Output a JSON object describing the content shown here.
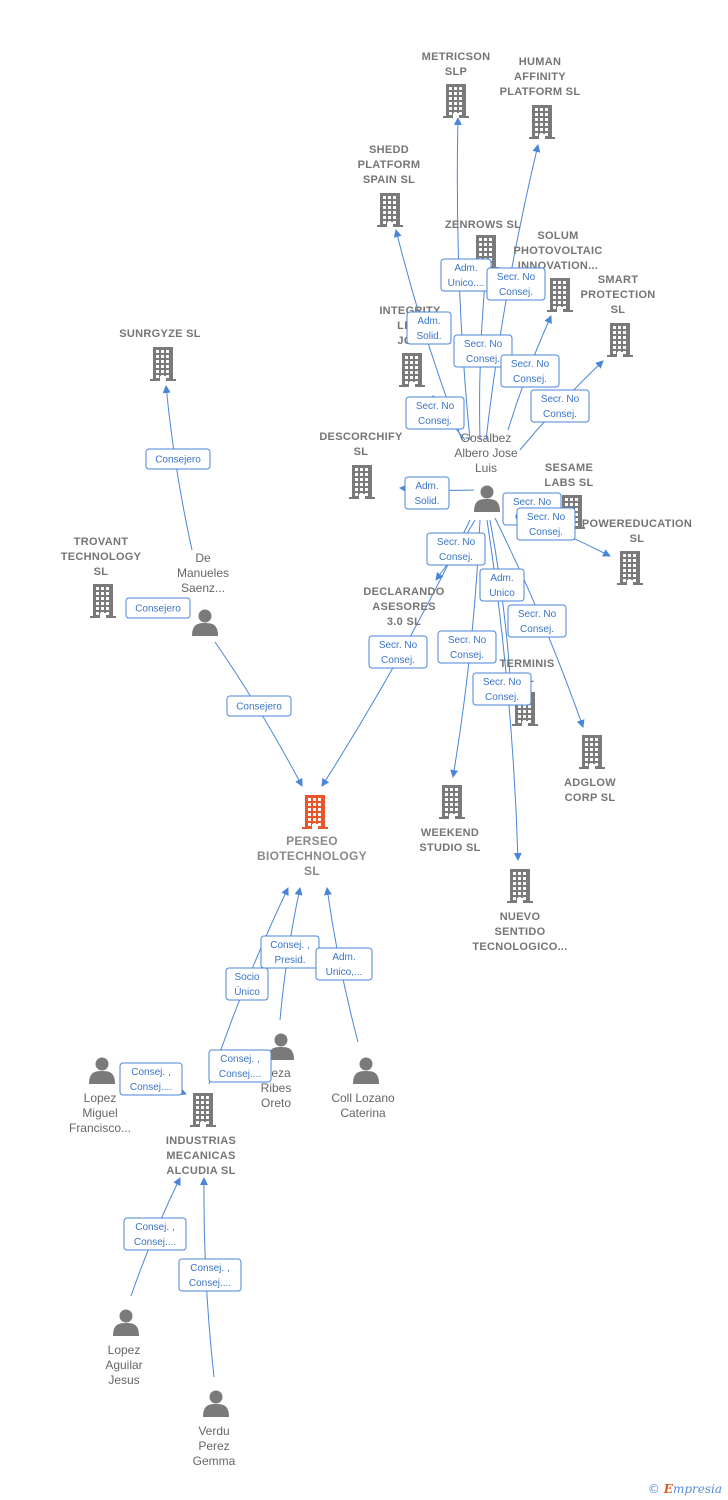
{
  "colors": {
    "edge": "#4a86d8",
    "building": "#7a7a7a",
    "center_building": "#e8562a",
    "person": "#7a7a7a"
  },
  "footer": {
    "copyright": "©",
    "brand_initial": "E",
    "brand_rest": "mpresia"
  },
  "nodes": [
    {
      "id": "perseo",
      "kind": "company",
      "center": true,
      "lines": [
        "PERSEO",
        "BIOTECHNOLOGY",
        "SL"
      ]
    },
    {
      "id": "metricson",
      "kind": "company",
      "lines": [
        "METRICSON",
        "SLP"
      ]
    },
    {
      "id": "human",
      "kind": "company",
      "lines": [
        "HUMAN",
        "AFFINITY",
        "PLATFORM  SL"
      ]
    },
    {
      "id": "shedd",
      "kind": "company",
      "lines": [
        "SHEDD",
        "PLATFORM",
        "SPAIN  SL"
      ]
    },
    {
      "id": "zenrows",
      "kind": "company",
      "lines": [
        "ZENROWS  SL"
      ]
    },
    {
      "id": "solum",
      "kind": "company",
      "lines": [
        "SOLUM",
        "PHOTOVOLTAIC",
        "INNOVATION..."
      ]
    },
    {
      "id": "smart",
      "kind": "company",
      "lines": [
        "SMART",
        "PROTECTION",
        "SL"
      ]
    },
    {
      "id": "integrity",
      "kind": "company",
      "lines": [
        "INTEGRITY",
        "LIVE",
        "JO..."
      ]
    },
    {
      "id": "sunrgyze",
      "kind": "company",
      "lines": [
        "SUNRGYZE  SL"
      ]
    },
    {
      "id": "descorchify",
      "kind": "company",
      "lines": [
        "DESCORCHIFY",
        "SL"
      ]
    },
    {
      "id": "sesame",
      "kind": "company",
      "lines": [
        "SESAME",
        "LABS  SL"
      ]
    },
    {
      "id": "poweredu",
      "kind": "company",
      "lines": [
        "POWEREDUCATION",
        "SL"
      ]
    },
    {
      "id": "trovant",
      "kind": "company",
      "lines": [
        "TROVANT",
        "TECHNOLOGY",
        "SL"
      ]
    },
    {
      "id": "declarando",
      "kind": "company",
      "lines": [
        "DECLARANDO",
        "ASESORES",
        "3.0  SL"
      ]
    },
    {
      "id": "terminis",
      "kind": "company",
      "lines": [
        "TERMINIS",
        "SL"
      ]
    },
    {
      "id": "adglow",
      "kind": "company",
      "lines": [
        "ADGLOW",
        "CORP  SL"
      ]
    },
    {
      "id": "weekend",
      "kind": "company",
      "lines": [
        "WEEKEND",
        "STUDIO  SL"
      ]
    },
    {
      "id": "nuevo",
      "kind": "company",
      "lines": [
        "NUEVO",
        "SENTIDO",
        "TECNOLOGICO..."
      ]
    },
    {
      "id": "industrias",
      "kind": "company",
      "lines": [
        "INDUSTRIAS",
        "MECANICAS",
        "ALCUDIA  SL"
      ]
    },
    {
      "id": "gosalbez",
      "kind": "person",
      "lines": [
        "Gosalbez",
        "Albero Jose",
        "Luis"
      ]
    },
    {
      "id": "manueles",
      "kind": "person",
      "lines": [
        "De",
        "Manueles",
        "Saenz..."
      ]
    },
    {
      "id": "meza",
      "kind": "person",
      "lines": [
        "...eza",
        "Ribes",
        "Oreto"
      ]
    },
    {
      "id": "coll",
      "kind": "person",
      "lines": [
        "Coll Lozano",
        "Caterina"
      ]
    },
    {
      "id": "lopezm",
      "kind": "person",
      "lines": [
        "Lopez",
        "Miguel",
        "Francisco..."
      ]
    },
    {
      "id": "lopeza",
      "kind": "person",
      "lines": [
        "Lopez",
        "Aguilar",
        "Jesus"
      ]
    },
    {
      "id": "verdu",
      "kind": "person",
      "lines": [
        "Verdu",
        "Perez",
        "Gemma"
      ]
    }
  ],
  "badges": [
    {
      "id": "b_metricson",
      "lines": [
        "Adm.",
        "Unico...."
      ]
    },
    {
      "id": "b_human",
      "lines": [
        "Secr.  No",
        "Consej."
      ]
    },
    {
      "id": "b_shedd",
      "lines": [
        "Adm.",
        "Solid."
      ]
    },
    {
      "id": "b_zenrows",
      "lines": [
        "Secr.  No",
        "Consej."
      ]
    },
    {
      "id": "b_solum",
      "lines": [
        "Secr.  No",
        "Consej."
      ]
    },
    {
      "id": "b_smart",
      "lines": [
        "Secr.  No",
        "Consej."
      ]
    },
    {
      "id": "b_integrity",
      "lines": [
        "Secr.  No",
        "Consej."
      ]
    },
    {
      "id": "b_descorchify",
      "lines": [
        "Adm.",
        "Solid."
      ]
    },
    {
      "id": "b_sesame1",
      "lines": [
        "Secr.  No",
        "Consej."
      ]
    },
    {
      "id": "b_sesame2",
      "lines": [
        "Secr.  No",
        "Consej."
      ]
    },
    {
      "id": "b_declarando",
      "lines": [
        "Secr.  No",
        "Consej."
      ]
    },
    {
      "id": "b_adm_unico",
      "lines": [
        "Adm.",
        "Unico"
      ]
    },
    {
      "id": "b_adglow",
      "lines": [
        "Secr.  No",
        "Consej."
      ]
    },
    {
      "id": "b_weekend",
      "lines": [
        "Secr.  No",
        "Consej."
      ]
    },
    {
      "id": "b_terminis",
      "lines": [
        "Secr.  No",
        "Consej."
      ]
    },
    {
      "id": "b_perseo_g",
      "lines": [
        "Secr.  No",
        "Consej."
      ]
    },
    {
      "id": "b_sunrgyze",
      "lines": [
        "Consejero"
      ]
    },
    {
      "id": "b_trovant",
      "lines": [
        "Consejero"
      ]
    },
    {
      "id": "b_perseo_m",
      "lines": [
        "Consejero"
      ]
    },
    {
      "id": "b_meza",
      "lines": [
        "Consej. ,",
        "Presid."
      ]
    },
    {
      "id": "b_coll",
      "lines": [
        "Adm.",
        "Unico,..."
      ]
    },
    {
      "id": "b_socio",
      "lines": [
        "Socio",
        "Único"
      ]
    },
    {
      "id": "b_lopezm",
      "lines": [
        "Consej. ,",
        "Consej...."
      ]
    },
    {
      "id": "b_ind_perseo",
      "lines": [
        "Consej. ,",
        "Consej...."
      ]
    },
    {
      "id": "b_lopeza",
      "lines": [
        "Consej. ,",
        "Consej...."
      ]
    },
    {
      "id": "b_verdu",
      "lines": [
        "Consej. ,",
        "Consej...."
      ]
    }
  ]
}
